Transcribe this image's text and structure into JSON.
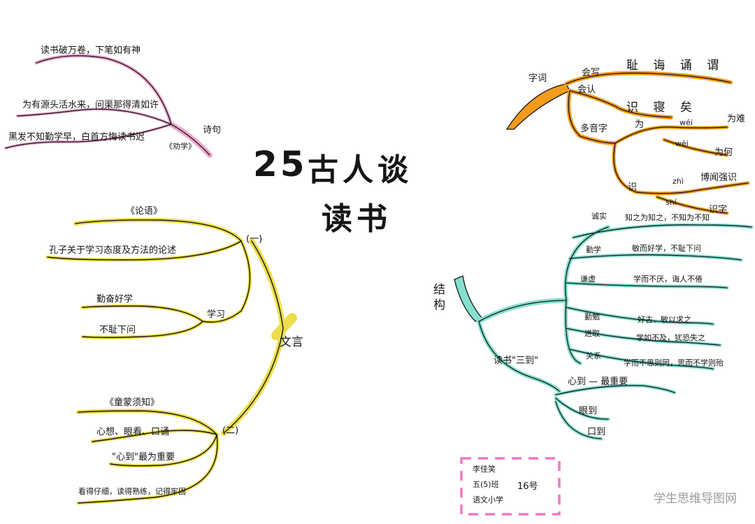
{
  "title": {
    "number": "25",
    "line1": "古人谈",
    "line2": "读书"
  },
  "watermark": "学生思维导图网",
  "pink_branch": {
    "label": "诗句",
    "sub": "《劝学》",
    "items": [
      "读书破万卷，下笔如有神",
      "为有源头活水来，问渠那得清如许",
      "黑发不知勤学早，白首方悔读书迟"
    ]
  },
  "yellow_branch": {
    "label": "文言",
    "part1": {
      "marker": "(一)",
      "source": "《论语》",
      "desc": "孔子关于学习态度及方法的论述",
      "group": "学习",
      "items": [
        "勤奋好学",
        "不耻下问"
      ]
    },
    "part2": {
      "marker": "(二)",
      "source": "《童蒙须知》",
      "items": [
        "心想、眼看、口诵",
        "\"心到\"最为重要",
        "看得仔细，读得熟练，记得牢固"
      ]
    }
  },
  "orange_branch": {
    "label": "字词",
    "write": {
      "label": "会写",
      "chars": "耻 诲 诵 谓"
    },
    "read": {
      "label": "会认",
      "chars": "识 寝 矣"
    },
    "poly": {
      "label": "多音字",
      "char1": "为",
      "wei2": "wéi",
      "wei2_word": "为难",
      "wei4": "wèi",
      "wei4_word": "为何",
      "char2": "识",
      "zhi": "zhì",
      "zhi_word": "博闻强识",
      "shi": "shí",
      "shi_word": "识字"
    }
  },
  "teal_branch": {
    "label": "结构",
    "items": [
      {
        "label": "诚实",
        "text": "知之为知之，不知为不知"
      },
      {
        "label": "勤学",
        "text": "敏而好学，不耻下问"
      },
      {
        "label": "谦虚",
        "text": "学而不厌，诲人不倦"
      },
      {
        "label": "勤勉",
        "text": "好古，敏以求之"
      },
      {
        "label": "进取",
        "text": "学如不及，犹恐失之"
      },
      {
        "label": "关系",
        "text": "学而不思则罔，思而不学则殆"
      }
    ],
    "three": {
      "label": "读书\"三到\"",
      "items": [
        "心到 — 最重要",
        "眼到",
        "口到"
      ]
    }
  },
  "student": {
    "class": "五(5)班",
    "name": "李佳笑",
    "role": "语文小学",
    "num": "16号"
  },
  "colors": {
    "pink": "#f0a8cc",
    "yellow": "#ecde4a",
    "orange": "#f29b1d",
    "teal": "#86e0cf",
    "ink": "#151515",
    "box": "#f07ac0"
  }
}
